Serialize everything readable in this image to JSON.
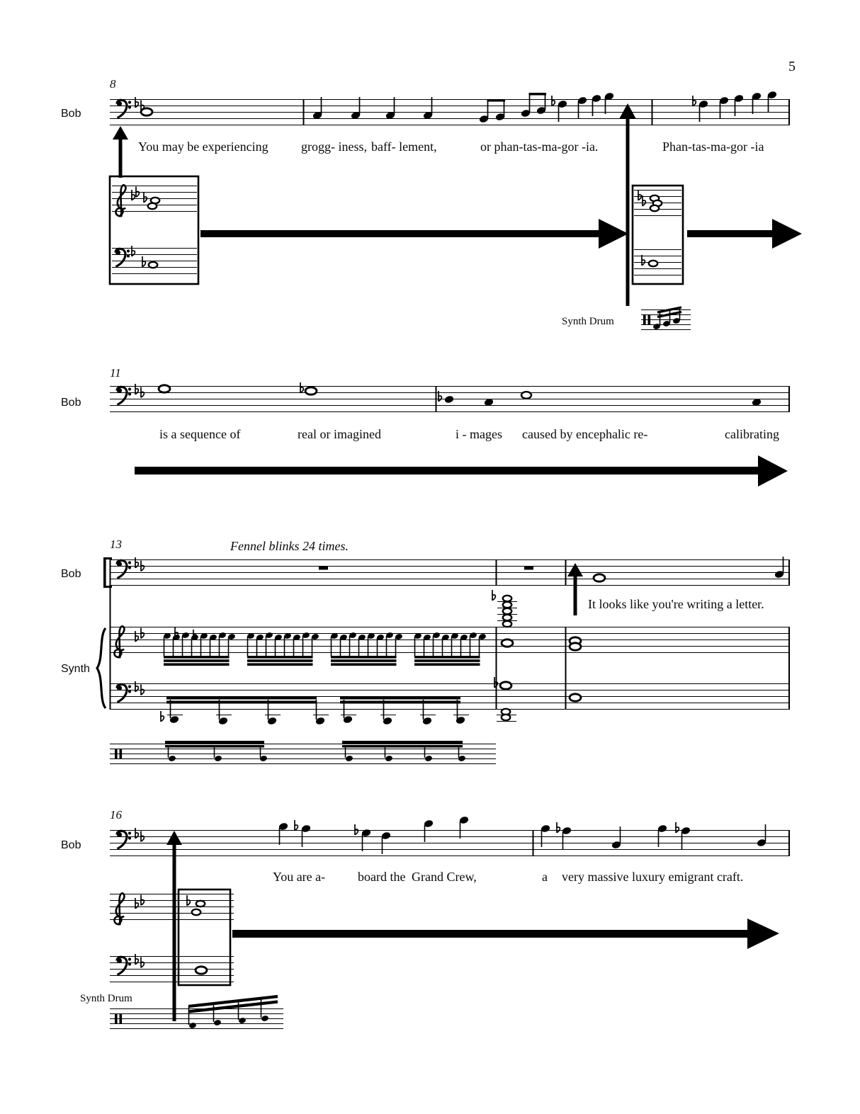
{
  "page": {
    "number": "5"
  },
  "system1": {
    "measure_number": "8",
    "staff_label": "Bob",
    "lyrics": [
      "You may be experiencing",
      "grogg- iness,",
      "baff- lement,",
      "or phan-tas-ma-gor -ia.",
      "Phan-tas-ma-gor -ia"
    ],
    "synth_drum_label": "Synth Drum"
  },
  "system2": {
    "measure_number": "11",
    "staff_label": "Bob",
    "lyrics": [
      "is a sequence of",
      "real or imagined",
      "i - mages",
      "caused by encephalic re-",
      "calibrating"
    ]
  },
  "system3": {
    "measure_number": "13",
    "staff_label": "Bob",
    "direction": "Fennel blinks 24 times.",
    "synth_label": "Synth",
    "dialogue": "It looks like you're writing a letter."
  },
  "system4": {
    "measure_number": "16",
    "staff_label": "Bob",
    "lyrics": [
      "You are a-",
      "board the",
      "Grand Crew,",
      "a",
      "very massive luxury emigrant craft."
    ],
    "synth_drum_label": "Synth Drum"
  }
}
